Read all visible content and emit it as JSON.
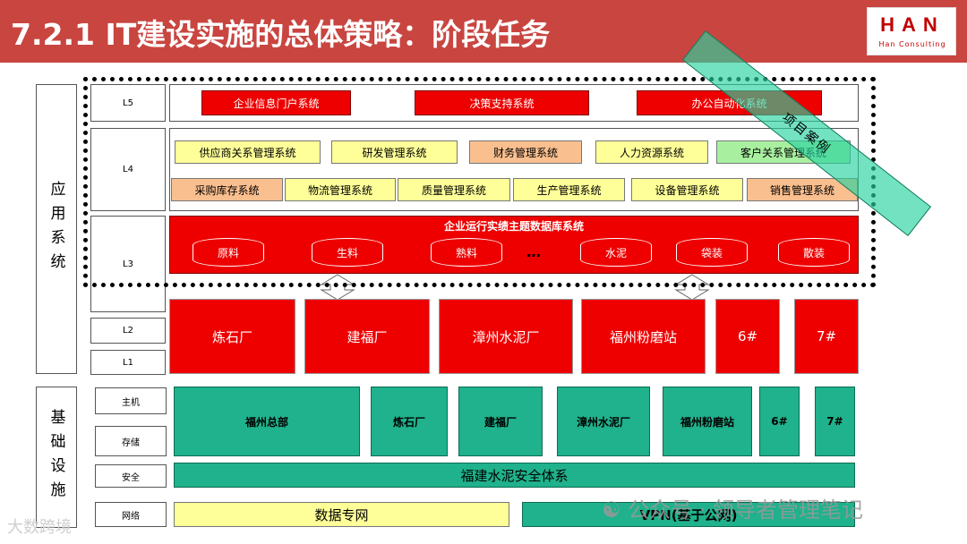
{
  "header": {
    "title": "7.2.1 IT建设实施的总体策略：阶段任务"
  },
  "logo": {
    "main": "HAN",
    "sub": "Han Consulting"
  },
  "groups": {
    "application": "应用系统",
    "infrastructure": "基础设施"
  },
  "levels": {
    "l5": "L5",
    "l4": "L4",
    "l3": "L3",
    "l2": "L2",
    "l1": "L1",
    "host": "主机",
    "storage": "存储",
    "security": "安全",
    "network": "网络"
  },
  "l5_systems": [
    "企业信息门户系统",
    "决策支持系统",
    "办公自动化系统"
  ],
  "l4_row1": [
    "供应商关系管理系统",
    "研发管理系统",
    "财务管理系统",
    "人力资源系统",
    "客户关系管理系统"
  ],
  "l4_row2": [
    "采购库存系统",
    "物流管理系统",
    "质量管理系统",
    "生产管理系统",
    "设备管理系统",
    "销售管理系统"
  ],
  "l3": {
    "title": "企业运行实绩主题数据库系统",
    "dbs": [
      "原料",
      "生料",
      "熟料",
      "水泥",
      "袋装",
      "散装"
    ],
    "ellipsis": "…"
  },
  "factories": [
    "炼石厂",
    "建福厂",
    "漳州水泥厂",
    "福州粉磨站",
    "6#",
    "7#"
  ],
  "hosts": [
    "福州总部",
    "炼石厂",
    "建福厂",
    "漳州水泥厂",
    "福州粉磨站",
    "6#",
    "7#"
  ],
  "security_bar": "福建水泥安全体系",
  "network": {
    "private": "数据专网",
    "vpn": "VPN(基于公网)"
  },
  "overlay": {
    "banner": "项目案例"
  },
  "watermark": {
    "wechat": "公众号 · 领导者管理笔记",
    "corner": "大数跨境"
  },
  "colors": {
    "header": "#c94540",
    "red": "#ee0000",
    "teal": "#1fb28c",
    "yellow": "#ffff99",
    "orange": "#fabf8f",
    "green": "#a8f0a0"
  }
}
